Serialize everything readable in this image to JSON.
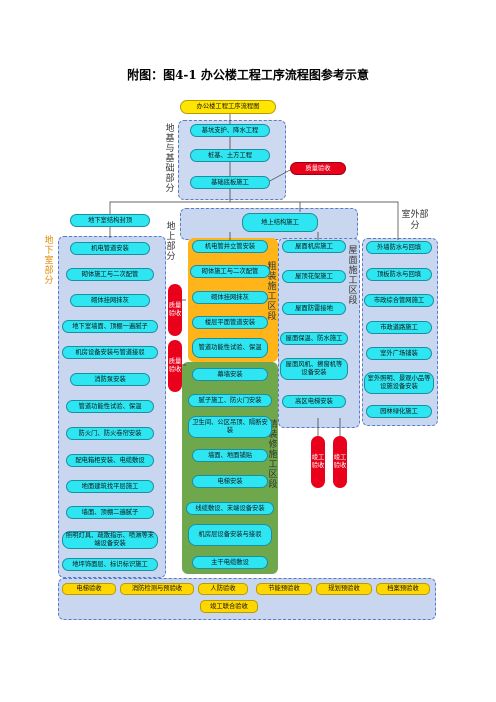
{
  "title": "附图：图4-1 办公楼工程工序流程图参考示意",
  "top_node": "办公楼工程工序流程图",
  "foundation": {
    "label": "地基与基础部分",
    "steps": [
      "基坑支护、降水工程",
      "桩基、土方工程",
      "基础底板施工"
    ],
    "side_note": "质量验收"
  },
  "underground": {
    "label": "地下室部分",
    "steps": [
      "地下室结构封顶",
      "机电管道安装",
      "砌体施工与二次配管",
      "砌体挂网抹灰",
      "地下室墙面、顶棚一遍腻子",
      "机房设备安装与管道接驳",
      "消防泵安装",
      "管道功能性试验、保温",
      "防火门、防火卷帘安装",
      "配电箱柜安装、电缆敷设",
      "地面建筑找平层施工",
      "墙面、顶棚二遍腻子",
      "照明灯具、疏散指示、喷淋等末端设备安装",
      "地坪饰面层、标识标识施工"
    ]
  },
  "above": {
    "label": "地上部分",
    "header": "地上结构施工",
    "left_pill": "质量验收",
    "left_pill2": "质量验收",
    "rough_label": "粗装施工区段",
    "rough_steps": [
      "机电管井立管安装",
      "砌体施工与二次配管",
      "砌体挂网抹灰",
      "楼层平面管道安装",
      "管道功能性试验、保温"
    ],
    "fine_label": "精装修施工区段",
    "fine_steps": [
      "幕墙安装",
      "腻子施工、防火门安装",
      "卫生间、公区吊顶、隔断安装",
      "墙面、地面铺贴",
      "电梯安装",
      "线缆敷设、末端设备安装",
      "机房层设备安装与接驳",
      "主干电缆敷设"
    ]
  },
  "roof": {
    "label": "屋面施工区段",
    "steps": [
      "屋面机房施工",
      "屋顶花架施工",
      "屋面防雷接地",
      "屋面保温、防水施工",
      "屋面风机、擦窗机等设备安装",
      "高区电梯安装"
    ],
    "pill1": "竣工验收",
    "pill2": "竣工验收"
  },
  "outdoor": {
    "label": "室外部分",
    "steps": [
      "外墙防水与回填",
      "顶板防水与回填",
      "市政综合管网施工",
      "市政道路施工",
      "室外广场铺装",
      "室外照明、景观小品等设施设备安装",
      "园林绿化施工"
    ]
  },
  "acceptance": {
    "items": [
      "电梯验收",
      "消防检测与预验收",
      "人防验收",
      "节能预验收",
      "规划预验收",
      "档案预验收"
    ],
    "final": "竣工联合验收"
  },
  "colors": {
    "cyan": "#2ee6f2",
    "yellow": "#ffe500",
    "red": "#e9001a",
    "green": "#6fa84c",
    "orange": "#ffb41a",
    "region": "#c5d3ee"
  }
}
